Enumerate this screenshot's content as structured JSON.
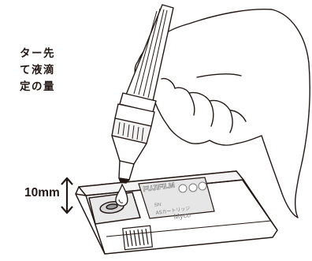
{
  "caption_lines": [
    "ター先",
    "て液滴",
    "定の量"
  ],
  "measure": {
    "label": "10mm"
  },
  "cartridge": {
    "brand": "FUJIFILM",
    "sn_label": "SN:",
    "product_katakana": "ASカートリッジ",
    "product_name": "Myco"
  },
  "colors": {
    "ink": "#231815",
    "label_panel": "#e6e6e6",
    "text_on_panel": "#7a7a7a"
  },
  "icons": [
    "dropper-pipette-icon",
    "hand-outline-icon",
    "double-arrow-vertical-icon",
    "cartridge-icon",
    "drop-icon"
  ]
}
